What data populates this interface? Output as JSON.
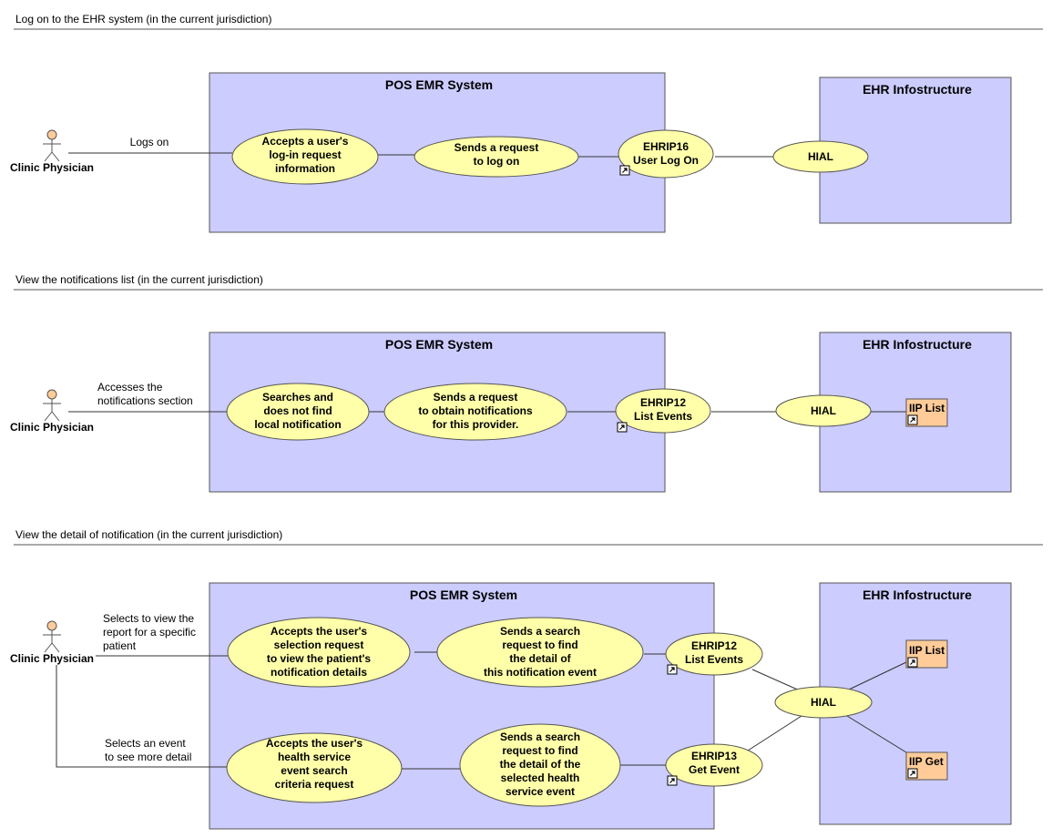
{
  "sections": [
    {
      "heading": "Log on to the EHR system (in the current jurisdiction)",
      "actor": "Clinic Physician",
      "association_label": [
        "Logs on"
      ],
      "system_title": "POS EMR System",
      "infra_title": "EHR Infostructure",
      "use_cases": [
        [
          "Accepts a user's",
          "log-in request",
          "information"
        ],
        [
          "Sends a request",
          "to log on"
        ]
      ],
      "ehrip": [
        "EHRIP16",
        "User Log On"
      ],
      "hial": "HIAL"
    },
    {
      "heading": "View the notifications list (in the current jurisdiction)",
      "actor": "Clinic Physician",
      "association_label": [
        "Accesses the",
        "notifications section"
      ],
      "system_title": "POS EMR System",
      "infra_title": "EHR Infostructure",
      "use_cases": [
        [
          "Searches and",
          "does not find",
          "local notification"
        ],
        [
          "Sends a request",
          "to obtain notifications",
          "for this provider."
        ]
      ],
      "ehrip": [
        "EHRIP12",
        "List Events"
      ],
      "hial": "HIAL",
      "iip": [
        "IIP List"
      ]
    },
    {
      "heading": "View the detail of notification (in the current jurisdiction)",
      "actor": "Clinic Physician",
      "association_label": [
        "Selects to view the",
        "report for a specific",
        "patient"
      ],
      "association_label_2": [
        "Selects an event",
        "to see more detail"
      ],
      "system_title": "POS EMR System",
      "infra_title": "EHR Infostructure",
      "use_cases": [
        [
          "Accepts the user's",
          "selection request",
          "to view the patient's",
          "notification details"
        ],
        [
          "Sends a search",
          "request to find",
          "the detail of",
          "this notification event"
        ],
        [
          "Accepts the user's",
          "health service",
          "event search",
          "criteria request"
        ],
        [
          "Sends a search",
          "request to find",
          "the detail of the",
          "selected health",
          "service event"
        ]
      ],
      "ehrip": [
        "EHRIP12",
        "List Events"
      ],
      "ehrip_2": [
        "EHRIP13",
        "Get Event"
      ],
      "hial": "HIAL",
      "iip": [
        "IIP List",
        "IIP Get"
      ]
    }
  ],
  "icons": {
    "actor": "stick-figure-actor-icon",
    "link": "shortcut-arrow-icon"
  },
  "colors": {
    "system_box": "#ccccff",
    "use_case": "#ffffaa",
    "iip_box": "#ffcc99"
  }
}
